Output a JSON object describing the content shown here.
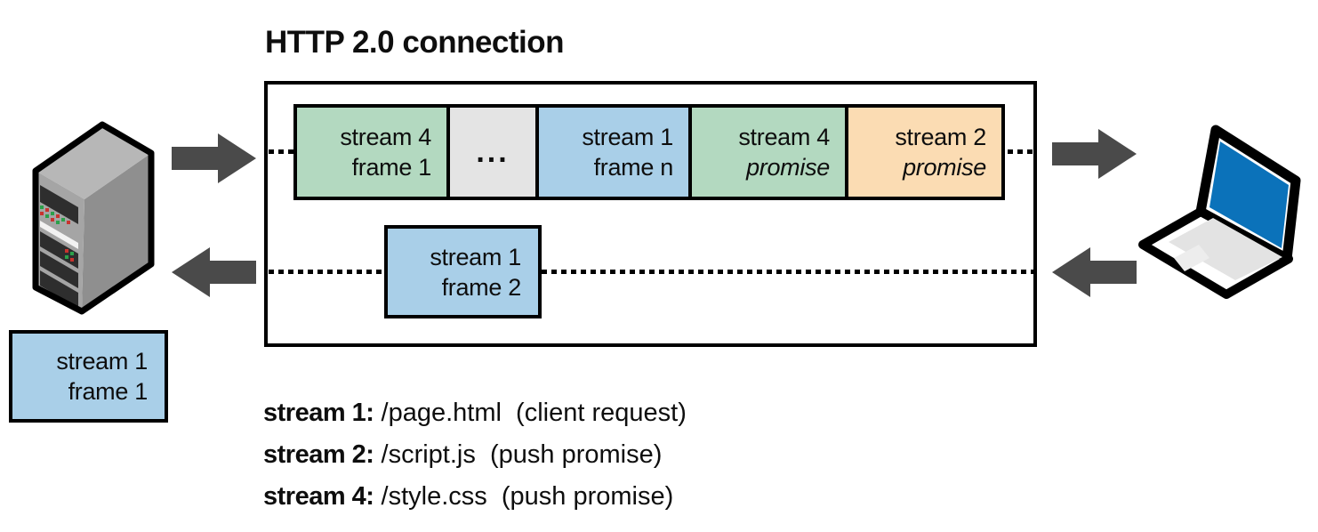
{
  "title": "HTTP 2.0 connection",
  "connection": {
    "request_frames": [
      {
        "line1": "stream 4",
        "line2": "frame 1",
        "color_key": "frame_green"
      },
      {
        "line1": "...",
        "line2": "",
        "color_key": "frame_gray"
      },
      {
        "line1": "stream 1",
        "line2": "frame n",
        "color_key": "frame_blue"
      },
      {
        "line1": "stream 4",
        "line2": "promise",
        "color_key": "frame_green"
      },
      {
        "line1": "stream 2",
        "line2": "promise",
        "color_key": "frame_orange"
      }
    ],
    "response_frame": {
      "line1": "stream 1",
      "line2": "frame 2",
      "color_key": "frame_blue"
    }
  },
  "server_side_frame": {
    "line1": "stream 1",
    "line2": "frame 1",
    "color_key": "frame_blue"
  },
  "legend": {
    "items": [
      {
        "label": "stream 1:",
        "value": " /page.html  (client request)"
      },
      {
        "label": "stream 2:",
        "value": " /script.js  (push promise)"
      },
      {
        "label": "stream 4:",
        "value": " /style.css  (push promise)"
      }
    ]
  },
  "colors": {
    "frame_green": "#b3d9c0",
    "frame_blue": "#a9cfe8",
    "frame_orange": "#fbdcb3",
    "frame_gray": "#e4e4e4",
    "arrow_gray": "#4a4a4a",
    "laptop_screen_blue": "#0b72ba",
    "outline_black": "#000000"
  }
}
